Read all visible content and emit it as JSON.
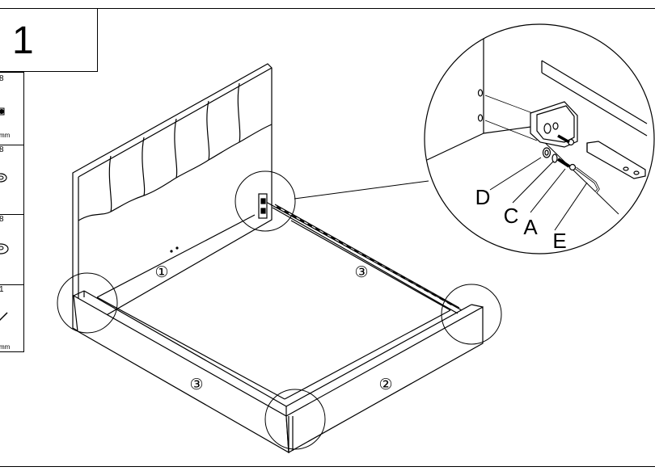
{
  "step": {
    "number": "1"
  },
  "parts": [
    {
      "qty": "8",
      "size": "mm",
      "icon": "bolt-icon"
    },
    {
      "qty": "8",
      "size": "",
      "icon": "spring-washer-icon"
    },
    {
      "qty": "8",
      "size": "",
      "icon": "flat-washer-icon"
    },
    {
      "qty": "1",
      "size": "mm",
      "icon": "allen-key-icon"
    }
  ],
  "panel_labels": {
    "headboard": "①",
    "right_side": "②",
    "left_side": "③",
    "back_rail": "③"
  },
  "hardware_labels": {
    "washer_d": "D",
    "washer_c": "C",
    "bolt_a": "A",
    "key_e": "E"
  }
}
